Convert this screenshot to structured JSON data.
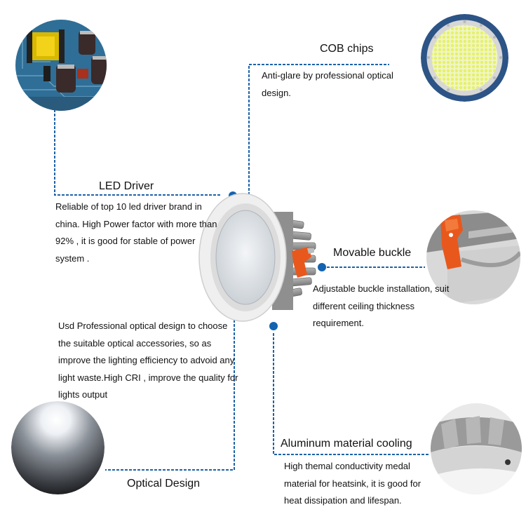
{
  "features": {
    "driver": {
      "title": "LED Driver",
      "description": "Reliable of top 10 led driver brand in china. High Power factor with more than 92% , it is good for stable of power system .",
      "image_icon": "pcb-board-icon"
    },
    "cob": {
      "title": "COB chips",
      "description": "Anti-glare by professional optical design.",
      "image_icon": "cob-chip-icon"
    },
    "buckle": {
      "title": "Movable buckle",
      "description": "Adjustable buckle installation, suit different ceiling thickness requirement.",
      "image_icon": "spring-clip-icon"
    },
    "optical": {
      "title": "Optical Design",
      "description": "Usd Professional optical design to choose the suitable optical accessories, so as improve the lighting efficiency to advoid any light waste.High CRI , improve the quality for lights output",
      "image_icon": "diffuser-lens-icon"
    },
    "aluminum": {
      "title": "Aluminum material cooling",
      "description": "High themal conductivity medal material for heatsink, it is good for heat dissipation and lifespan.",
      "image_icon": "heatsink-icon"
    }
  },
  "product_icon": "led-downlight-icon",
  "colors": {
    "connector": "#1d63a8",
    "text": "#111111",
    "buckle_orange": "#e8581c",
    "housing": "#f2f2f2",
    "heatsink": "#9a9a9a"
  }
}
